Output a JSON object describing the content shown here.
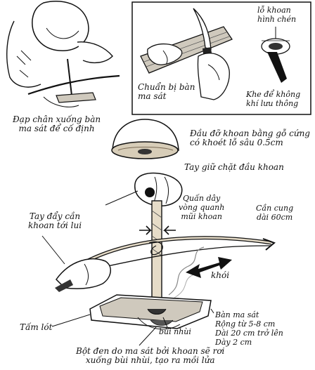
{
  "labels": {
    "step_foot": [
      "Đạp chân xuống bàn",
      "ma sát để cố định"
    ],
    "step_prepare": [
      "Chuẩn bị bàn",
      "ma sát"
    ],
    "notch": [
      "lỗ khoan",
      "hình chén"
    ],
    "slot": [
      "Khe để không",
      "khí lưu thông"
    ],
    "socket": [
      "Đầu đỡ khoan bằng gỗ cứng",
      "có khoét lỗ sâu 0.5cm"
    ],
    "hand_grip": "Tay giữ chặt đầu khoan",
    "wrap": [
      "Quấn dây",
      "vòng quanh",
      "mũi khoan"
    ],
    "bow": [
      "Cần cung",
      "dài 60cm"
    ],
    "push": [
      "Tay đẩy cần",
      "khoan tới lui"
    ],
    "smoke": "khói",
    "board": [
      "Bàn ma sát",
      "Rộng từ 5-8 cm",
      "Dài 20 cm trở lên",
      "Dày 2 cm"
    ],
    "pad": "Tấm lót",
    "tinder": "bùi nhùi",
    "ember": [
      "Bột đen do ma sát bởi khoan sẽ rơi",
      "xuống bùi nhùi, tạo ra mồi lửa"
    ]
  },
  "colors": {
    "ink": "#111111",
    "paper": "#ffffff",
    "wood": "#7a6a55"
  },
  "icons": [
    "knife-icon",
    "socket-dome-icon",
    "hand-icon",
    "bow-icon",
    "spindle-icon",
    "fireboard-icon",
    "double-arrow-icon"
  ]
}
